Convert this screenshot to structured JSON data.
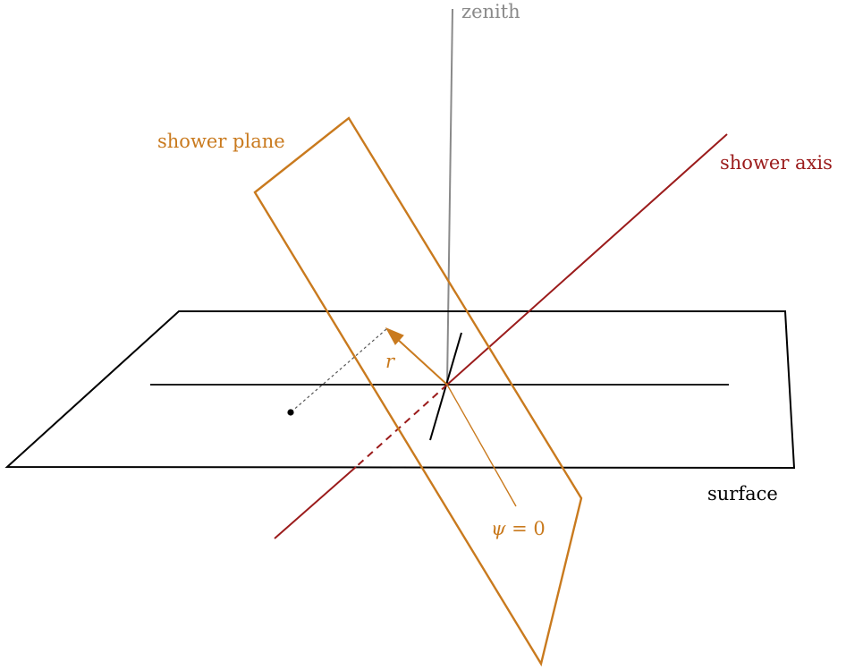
{
  "labels": {
    "zenith": "zenith",
    "shower_plane": "shower plane",
    "shower_axis": "shower axis",
    "surface": "surface",
    "r": "r",
    "psi_symbol": "ψ",
    "psi_rest": " = 0"
  },
  "colors": {
    "zenith": "#8a8a8a",
    "shower_plane": "#c97a1e",
    "shower_axis": "#9b1b1b",
    "surface": "#000000",
    "guide": "#555555"
  }
}
